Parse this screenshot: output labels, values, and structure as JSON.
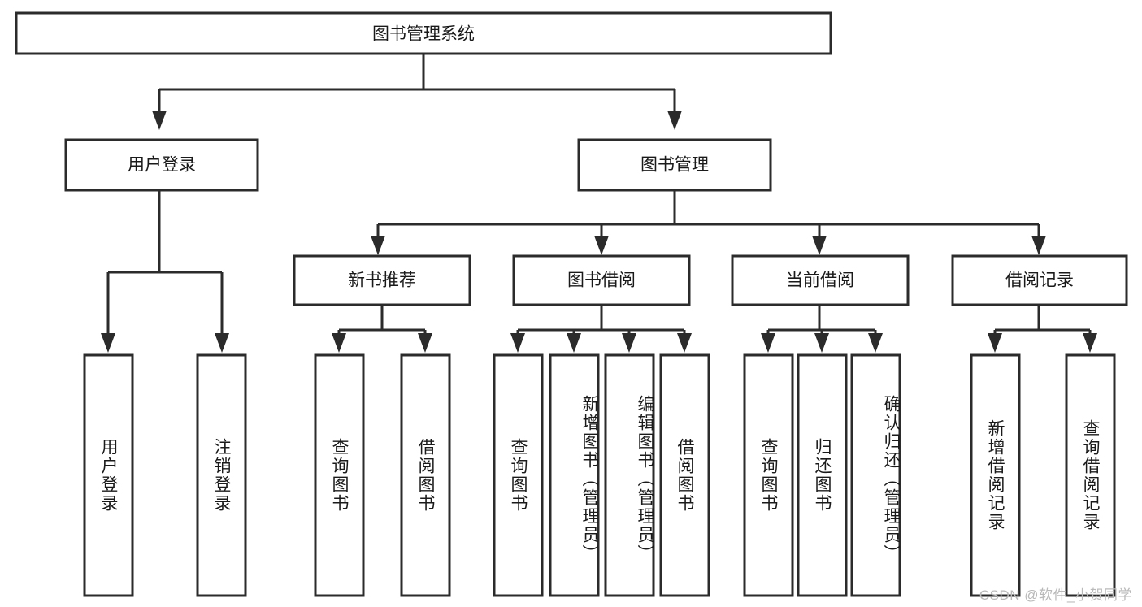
{
  "diagram": {
    "type": "tree-hierarchy",
    "title": "图书管理系统",
    "orientation": "top-down",
    "root": {
      "label": "图书管理系统",
      "level": 0
    },
    "level1": [
      {
        "id": "user-login",
        "label": "用户登录"
      },
      {
        "id": "book-manage",
        "label": "图书管理"
      }
    ],
    "level2": [
      {
        "id": "new-book-recommend",
        "label": "新书推荐",
        "parent": "book-manage"
      },
      {
        "id": "book-borrow",
        "label": "图书借阅",
        "parent": "book-manage"
      },
      {
        "id": "current-borrow",
        "label": "当前借阅",
        "parent": "book-manage"
      },
      {
        "id": "borrow-record",
        "label": "借阅记录",
        "parent": "book-manage"
      }
    ],
    "leaves": [
      {
        "id": "leaf-user-login",
        "label": "用户登录",
        "parent": "user-login"
      },
      {
        "id": "leaf-user-logout",
        "label": "注销登录",
        "parent": "user-login"
      },
      {
        "id": "leaf-query-book-1",
        "label": "查询图书",
        "parent": "new-book-recommend"
      },
      {
        "id": "leaf-borrow-book-1",
        "label": "借阅图书",
        "parent": "new-book-recommend"
      },
      {
        "id": "leaf-query-book-2",
        "label": "查询图书",
        "parent": "book-borrow"
      },
      {
        "id": "leaf-add-book",
        "label": "新增图书（管理员）",
        "parent": "book-borrow"
      },
      {
        "id": "leaf-edit-book",
        "label": "编辑图书（管理员）",
        "parent": "book-borrow"
      },
      {
        "id": "leaf-borrow-book-2",
        "label": "借阅图书",
        "parent": "book-borrow"
      },
      {
        "id": "leaf-query-book-3",
        "label": "查询图书",
        "parent": "current-borrow"
      },
      {
        "id": "leaf-return-book",
        "label": "归还图书",
        "parent": "current-borrow"
      },
      {
        "id": "leaf-confirm-return",
        "label": "确认归还（管理员）",
        "parent": "current-borrow"
      },
      {
        "id": "leaf-add-record",
        "label": "新增借阅记录",
        "parent": "borrow-record"
      },
      {
        "id": "leaf-query-record",
        "label": "查询借阅记录",
        "parent": "borrow-record"
      }
    ],
    "colors": {
      "stroke": "#2b2b2b",
      "fill": "#ffffff",
      "text": "#1a1a1a",
      "watermark": "#b9b9b9",
      "background": "#ffffff"
    }
  },
  "watermark": {
    "text": "CSDN @软件_小贺同学"
  }
}
